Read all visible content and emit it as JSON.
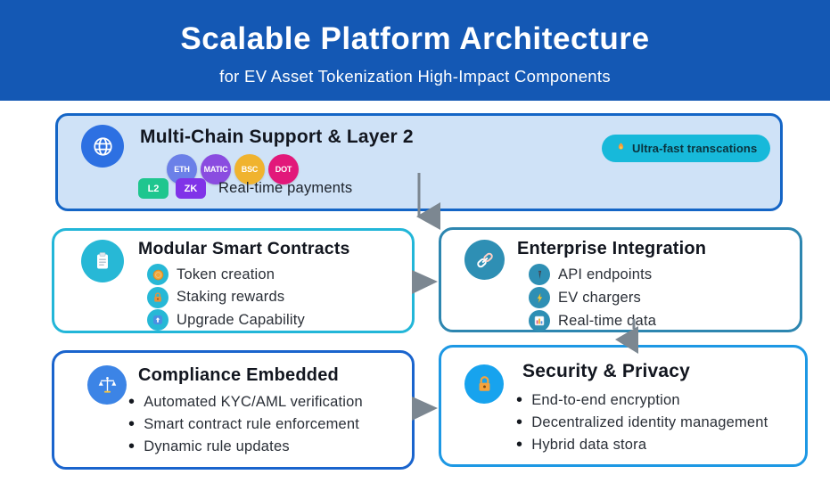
{
  "header": {
    "title": "Scalable Platform Architecture",
    "subtitle": "for EV Asset Tokenization High-Impact Components",
    "bg_color": "#1458b4"
  },
  "cards": {
    "multichain": {
      "title": "Multi-Chain Support & Layer 2",
      "icon": "globe-icon",
      "icon_color": "#2d70e2",
      "bg_color": "#cfe2f7",
      "border_color": "#1465c6",
      "chains": [
        {
          "label": "ETH",
          "color": "#6b80e8"
        },
        {
          "label": "MATIC",
          "color": "#8a4ce0"
        },
        {
          "label": "BSC",
          "color": "#f0b32e"
        },
        {
          "label": "DOT",
          "color": "#e2187a"
        }
      ],
      "tags": [
        {
          "label": "L2",
          "color": "#1fc68f"
        },
        {
          "label": "ZK",
          "color": "#8033e8"
        }
      ],
      "note": "Real-time payments",
      "badge": {
        "label": "Ultra-fast transcations",
        "icon": "flame-icon",
        "color": "#17b9da"
      }
    },
    "modular": {
      "title": "Modular Smart Contracts",
      "icon": "clipboard-icon",
      "icon_color": "#27b8d6",
      "border_color": "#22b6d8",
      "items": [
        {
          "label": "Token creation",
          "icon": "coin-icon"
        },
        {
          "label": "Staking rewards",
          "icon": "padlock-icon"
        },
        {
          "label": "Upgrade Capability",
          "icon": "upgrade-icon"
        }
      ]
    },
    "enterprise": {
      "title": "Enterprise Integration",
      "icon": "link-icon",
      "icon_color": "#2e8fb4",
      "border_color": "#2d86b0",
      "items": [
        {
          "label": "API endpoints",
          "icon": "pin-icon"
        },
        {
          "label": "EV chargers",
          "icon": "lightning-icon"
        },
        {
          "label": "Real-time data",
          "icon": "bar-chart-icon"
        }
      ]
    },
    "compliance": {
      "title": "Compliance Embedded",
      "icon": "scales-icon",
      "icon_color": "#3c84e6",
      "border_color": "#1a64cd",
      "items": [
        "Automated KYC/AML verification",
        "Smart contract rule enforcement",
        "Dynamic rule updates"
      ]
    },
    "security": {
      "title": "Security & Privacy",
      "icon": "lock-icon",
      "icon_color": "#17a3ee",
      "border_color": "#1d98e4",
      "items": [
        "End-to-end encryption",
        "Decentralized identity management",
        "Hybrid data stora"
      ]
    }
  },
  "arrows": {
    "color": "#7c8791"
  }
}
